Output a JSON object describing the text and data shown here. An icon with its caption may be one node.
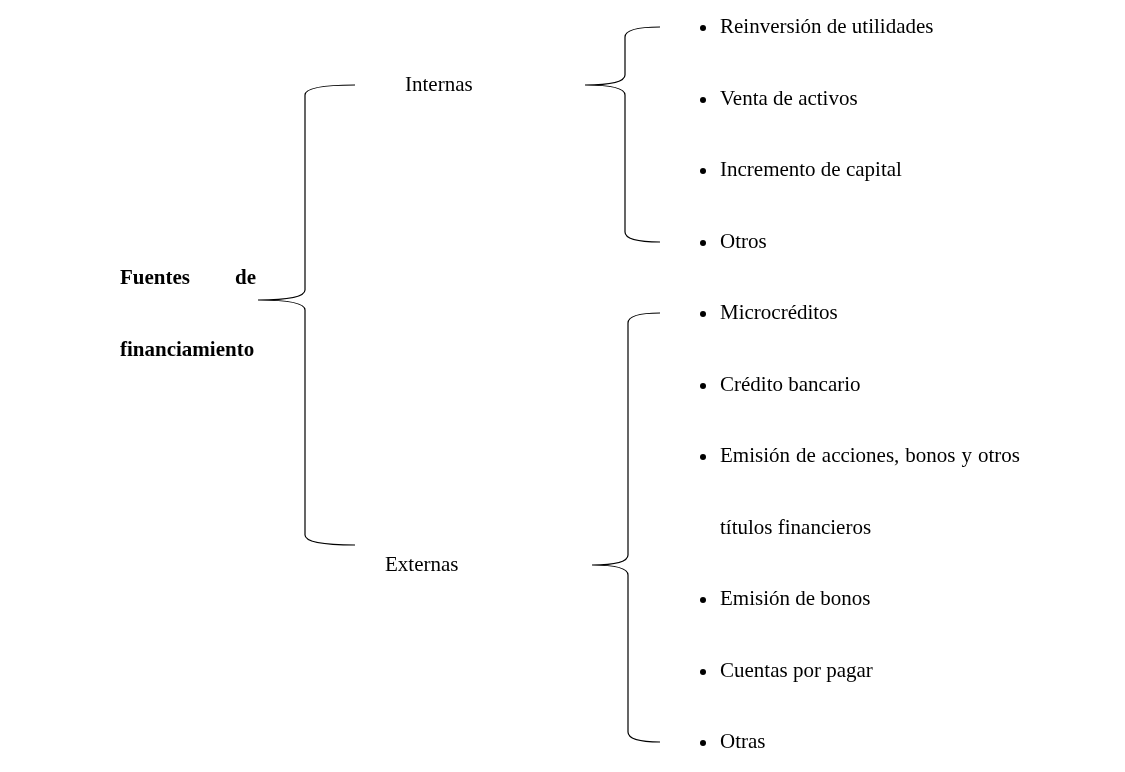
{
  "diagram": {
    "labels": [
      "Fuentes de financiamiento",
      "Internas",
      "Reinversión de utilidades",
      "Venta de activos",
      "Incremento de capital",
      "Otros",
      "Externas",
      "Microcréditos",
      "Crédito bancario",
      "Emisión de acciones, bonos y otros títulos financieros",
      "Emisión de bonos",
      "Cuentas por pagar",
      "Otras"
    ]
  }
}
